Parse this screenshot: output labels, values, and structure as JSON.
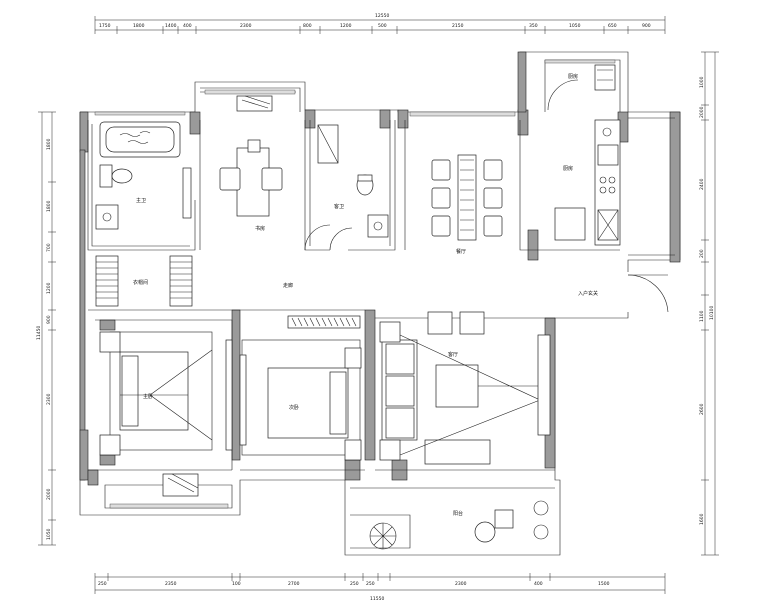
{
  "dimensions": {
    "top_total": "12550",
    "top_segments": [
      "1750",
      "1800",
      "1400",
      "400",
      "2300",
      "800",
      "1200",
      "500",
      "2150",
      "350",
      "1050",
      "650",
      "900"
    ],
    "bottom_total": "11550",
    "bottom_segments": [
      "250",
      "2350",
      "100",
      "2700",
      "250",
      "250",
      "2300",
      "400",
      "1500"
    ],
    "left_total": "11450",
    "left_segments": [
      "1800",
      "1800",
      "700",
      "1200",
      "900",
      "2300",
      "2000",
      "1050"
    ],
    "right_total": "10100",
    "right_segments": [
      "1000",
      "2000",
      "2400",
      "200",
      "1100",
      "2600",
      "1600"
    ]
  },
  "rooms": {
    "kitchen_top": "厨房",
    "kitchen": "厨房",
    "master_bath": "主卫",
    "study": "书房",
    "guest_bath": "客卫",
    "dining": "餐厅",
    "corridor": "走廊",
    "closet": "衣帽间",
    "entry": "入户玄关",
    "master_bedroom": "主卧",
    "second_bedroom": "次卧",
    "living": "客厅",
    "balcony": "阳台"
  }
}
